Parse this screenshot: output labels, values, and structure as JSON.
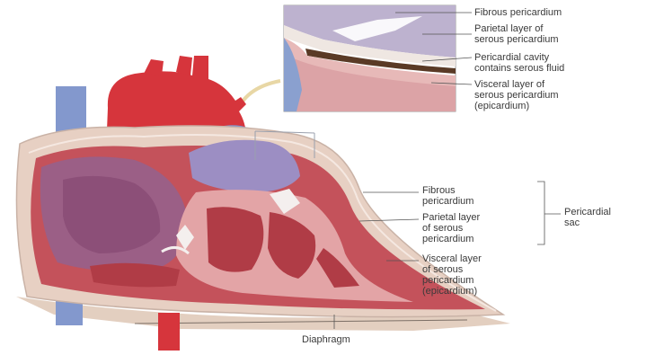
{
  "inset": {
    "fibrous_pericardium": "Fibrous pericardium",
    "parietal_layer": "Parietal layer of\nserous pericardium",
    "pericardial_cavity": "Pericardial cavity\ncontains serous fluid",
    "visceral_layer": "Visceral layer of\nserous pericardium\n(epicardium)"
  },
  "main": {
    "fibrous_pericardium": "Fibrous\npericardium",
    "parietal_layer": "Parietal layer\nof serous\npericardium",
    "pericardial_sac": "Pericardial\nsac",
    "visceral_layer": "Visceral layer\nof serous\npericardium\n(epicardium)",
    "diaphragm": "Diaphragm"
  },
  "colors": {
    "heart_muscle": "#c9555c",
    "aorta_red": "#d8323a",
    "vein_blue": "#7c8fc6",
    "atrium_purple": "#9a5f86",
    "pericardium": "#e6ccbf",
    "inset_fluid": "#5a3a26"
  }
}
